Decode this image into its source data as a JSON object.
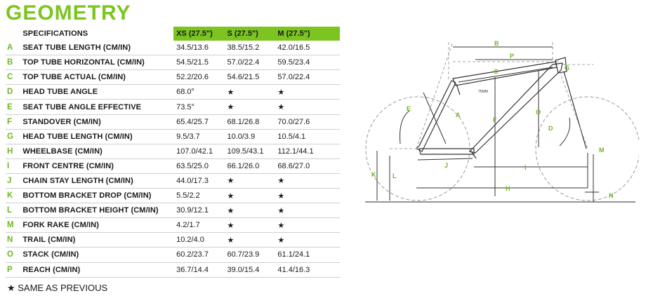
{
  "title": "GEOMETRY",
  "table": {
    "header": {
      "specifications": "SPECIFICATIONS",
      "sizes": [
        "XS (27.5\")",
        "S (27.5\")",
        "M (27.5\")"
      ]
    },
    "rows": [
      {
        "letter": "A",
        "label": "SEAT TUBE LENGTH (CM/IN)",
        "values": [
          "34.5/13.6",
          "38.5/15.2",
          "42.0/16.5"
        ]
      },
      {
        "letter": "B",
        "label": "TOP TUBE HORIZONTAL (CM/IN)",
        "values": [
          "54.5/21.5",
          "57.0/22.4",
          "59.5/23.4"
        ]
      },
      {
        "letter": "C",
        "label": "TOP TUBE ACTUAL (CM/IN)",
        "values": [
          "52.2/20.6",
          "54.6/21.5",
          "57.0/22.4"
        ]
      },
      {
        "letter": "D",
        "label": "HEAD TUBE ANGLE",
        "values": [
          "68.0°",
          "★",
          "★"
        ]
      },
      {
        "letter": "E",
        "label": "SEAT TUBE ANGLE EFFECTIVE",
        "values": [
          "73.5°",
          "★",
          "★"
        ]
      },
      {
        "letter": "F",
        "label": "STANDOVER (CM/IN)",
        "values": [
          "65.4/25.7",
          "68.1/26.8",
          "70.0/27.6"
        ]
      },
      {
        "letter": "G",
        "label": "HEAD TUBE LENGTH (CM/IN)",
        "values": [
          "9.5/3.7",
          "10.0/3.9",
          "10.5/4.1"
        ]
      },
      {
        "letter": "H",
        "label": "WHEELBASE (CM/IN)",
        "values": [
          "107.0/42.1",
          "109.5/43.1",
          "112.1/44.1"
        ]
      },
      {
        "letter": "I",
        "label": "FRONT CENTRE (CM/IN)",
        "values": [
          "63.5/25.0",
          "66.1/26.0",
          "68.6/27.0"
        ]
      },
      {
        "letter": "J",
        "label": "CHAIN STAY LENGTH (CM/IN)",
        "values": [
          "44.0/17.3",
          "★",
          "★"
        ]
      },
      {
        "letter": "K",
        "label": "BOTTOM BRACKET DROP (CM/IN)",
        "values": [
          "5.5/2.2",
          "★",
          "★"
        ]
      },
      {
        "letter": "L",
        "label": "BOTTOM BRACKET HEIGHT (CM/IN)",
        "values": [
          "30.9/12.1",
          "★",
          "★"
        ]
      },
      {
        "letter": "M",
        "label": "FORK RAKE (CM/IN)",
        "values": [
          "4.2/1.7",
          "★",
          "★"
        ]
      },
      {
        "letter": "N",
        "label": "TRAIL (CM/IN)",
        "values": [
          "10.2/4.0",
          "★",
          "★"
        ]
      },
      {
        "letter": "O",
        "label": "STACK (CM/IN)",
        "values": [
          "60.2/23.7",
          "60.7/23.9",
          "61.1/24.1"
        ]
      },
      {
        "letter": "P",
        "label": "REACH (CM/IN)",
        "values": [
          "36.7/14.4",
          "39.0/15.4",
          "41.4/16.3"
        ]
      }
    ]
  },
  "footnote": "★ SAME AS PREVIOUS",
  "diagram": {
    "labels": {
      "A": "A",
      "B": "B",
      "C": "C",
      "D": "D",
      "E": "E",
      "F": "F",
      "G": "G",
      "H": "H",
      "I": "I",
      "J": "J",
      "K": "K",
      "L": "L",
      "M": "M",
      "N": "N",
      "O": "O",
      "P": "P"
    },
    "small_label": "75MM"
  },
  "colors": {
    "accent": "#7cc520",
    "letter": "#6db81e",
    "text": "#1a1a1a",
    "rule": "#cfcfcf"
  }
}
